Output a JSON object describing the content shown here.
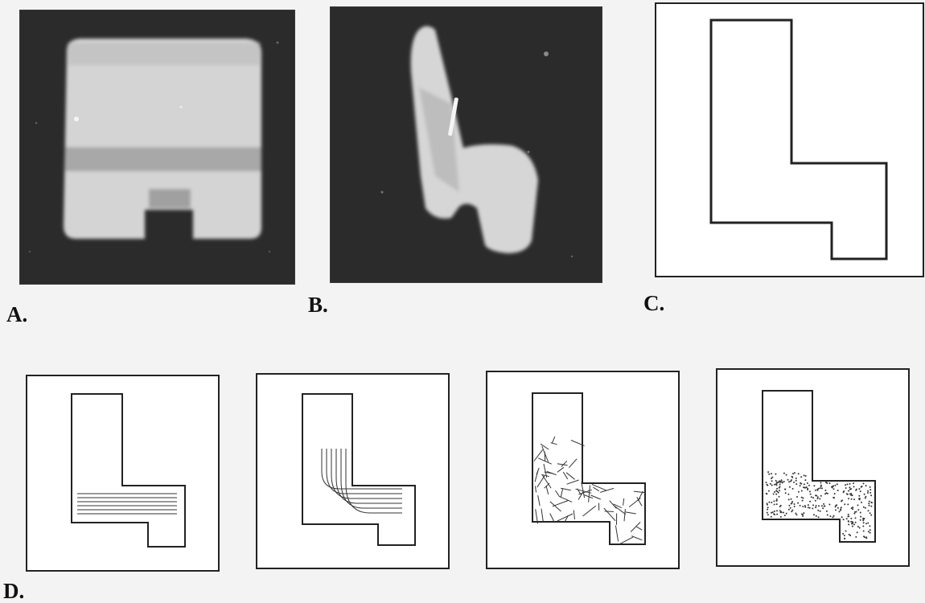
{
  "figure": {
    "labels": {
      "a": "A.",
      "b": "B.",
      "c": "C.",
      "d": "D."
    },
    "panels": {
      "a": {
        "content": "bracket-photo-front"
      },
      "b": {
        "content": "bracket-photo-side"
      },
      "c": {
        "content": "l-shape-outline"
      },
      "d": [
        {
          "content": "l-shape-parallel-lines"
        },
        {
          "content": "l-shape-curved-lines"
        },
        {
          "content": "l-shape-random-lines"
        },
        {
          "content": "l-shape-dots"
        }
      ]
    },
    "colors": {
      "photo_background": "#2b2b2b",
      "specimen": "#d9d9d9",
      "outline": "#222222"
    }
  }
}
